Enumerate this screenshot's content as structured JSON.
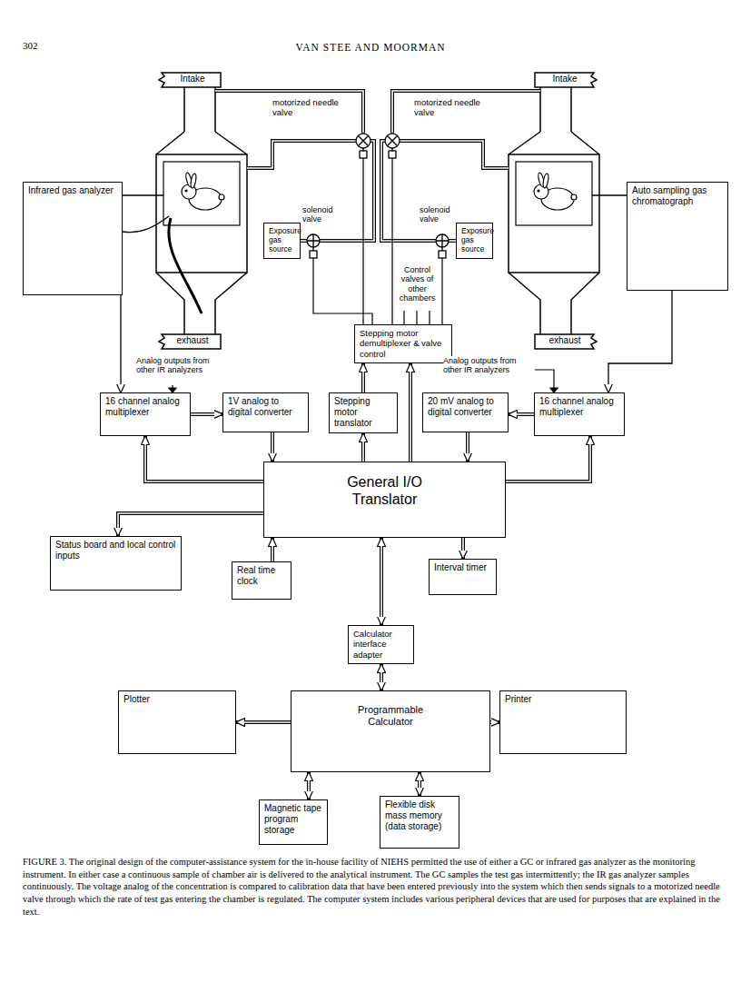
{
  "diagram": {
    "caption": "FIGURE 3. The original design of the computer-assistance system for the in-house facility of NIEHS permitted the use of either a GC or infrared gas analyzer as the monitoring instrument. In either case a continuous sample of chamber air is delivered to the analytical instrument. The GC samples the test gas intermittently; the IR gas analyzer samples continuously. The voltage analog of the concentration is compared to calibration data that have been entered previously into the system which then sends signals to a motorized needle valve through which the rate of test gas entering the chamber is regulated. The computer system includes various peripheral devices that are used for purposes that are explained in the text.",
    "nodes": [
      {
        "text": [
          "Infrared gas analyzer"
        ]
      },
      {
        "text": [
          "Exposure gas source"
        ]
      },
      {
        "text": [
          "Exposure gas source"
        ]
      },
      {
        "text": [
          "Auto sampling gas chromatograph"
        ]
      },
      {
        "text": [
          "Stepping motor demultiplexer & valve control"
        ]
      },
      {
        "text": [
          "16 channel analog multiplexer"
        ]
      },
      {
        "text": [
          "1V analog to digital converter"
        ]
      },
      {
        "text": [
          "Stepping motor translator"
        ]
      },
      {
        "text": [
          "20 mV analog to digital converter"
        ]
      },
      {
        "text": [
          "16 channel analog multiplexer"
        ]
      },
      {
        "text": [
          "General I/O Translator"
        ]
      },
      {
        "text": [
          "Status board and local control inputs"
        ]
      },
      {
        "text": [
          "Real time clock"
        ]
      },
      {
        "text": [
          "Interval timer"
        ]
      },
      {
        "text": [
          "Calculator interface adapter"
        ]
      },
      {
        "text": [
          "Programmable Calculator"
        ]
      },
      {
        "text": [
          "Plotter"
        ]
      },
      {
        "text": [
          "Printer"
        ]
      },
      {
        "text": [
          "Magnetic tape program storage"
        ]
      },
      {
        "text": [
          "Flexible disk mass memory (data storage)"
        ]
      }
    ],
    "edges": [
      {
        "from": 0,
        "to": 5,
        "arrow": "to"
      },
      {
        "from": 3,
        "to": 9,
        "arrow": "to"
      },
      {
        "from": 5,
        "to": 6,
        "arrow": "to"
      },
      {
        "from": 9,
        "to": 8,
        "arrow": "to"
      },
      {
        "from": 6,
        "to": 10,
        "arrow": "to"
      },
      {
        "from": 8,
        "to": 10,
        "arrow": "to"
      },
      {
        "from": 10,
        "to": 5,
        "arrow": "to"
      },
      {
        "from": 10,
        "to": 9,
        "arrow": "to"
      },
      {
        "from": 10,
        "to": 7,
        "arrow": "to"
      },
      {
        "from": 7,
        "to": 4,
        "arrow": "to"
      },
      {
        "from": 10,
        "to": 4,
        "arrow": "to"
      },
      {
        "from": 10,
        "to": 11,
        "arrow": "to"
      },
      {
        "from": 12,
        "to": 10,
        "arrow": "to"
      },
      {
        "from": 10,
        "to": 13,
        "arrow": "to"
      },
      {
        "from": 10,
        "to": 14,
        "arrow": "both"
      },
      {
        "from": 14,
        "to": 15,
        "arrow": "both"
      },
      {
        "from": 15,
        "to": 16,
        "arrow": "to"
      },
      {
        "from": 15,
        "to": 17,
        "arrow": "to"
      },
      {
        "from": 15,
        "to": 18,
        "arrow": "both"
      },
      {
        "from": 15,
        "to": 19,
        "arrow": "both"
      }
    ],
    "labels": [
      "302",
      "VAN STEE AND MOORMAN",
      "Intake",
      "Intake",
      "motorized needle valve",
      "motorized needle valve",
      "solenoid valve",
      "solenoid valve",
      "exhaust",
      "exhaust",
      "Control valves of other chambers",
      "Analog outputs from other IR analyzers",
      "Analog outputs from other IR analyzers"
    ]
  }
}
